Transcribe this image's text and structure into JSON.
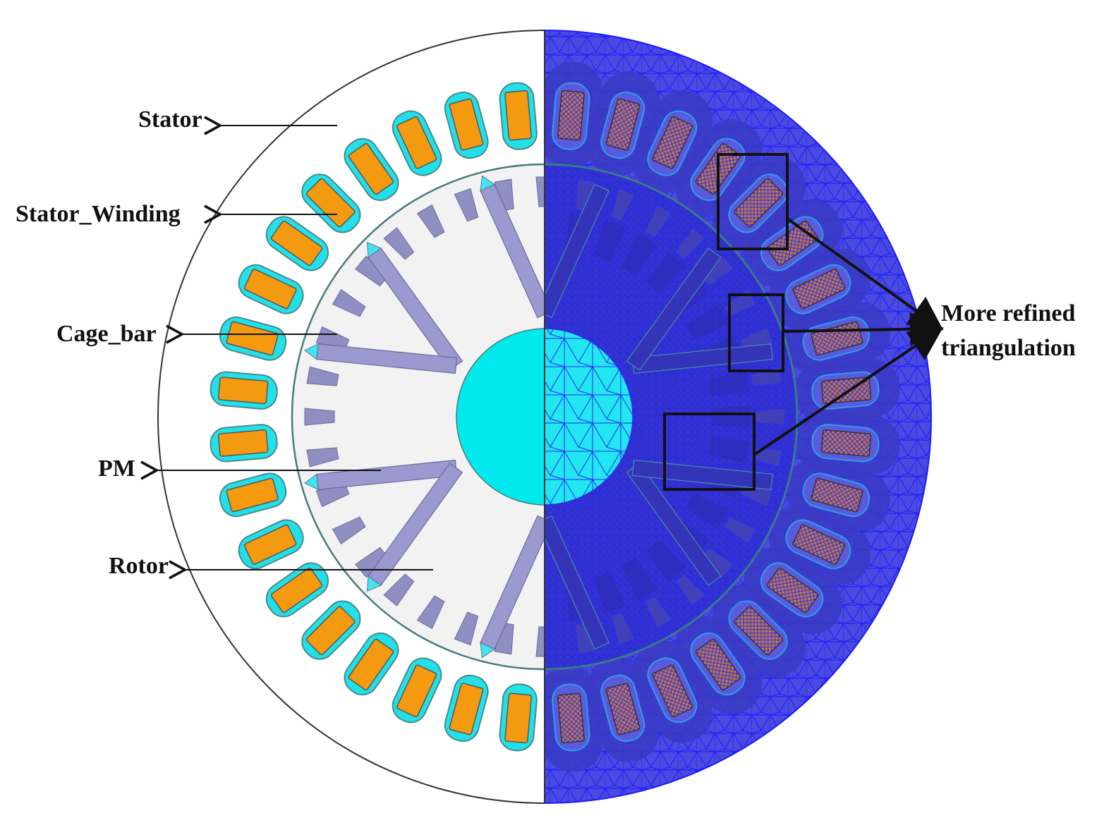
{
  "labels": {
    "stator": "Stator",
    "stator_winding": "Stator_Winding",
    "cage_bar": "Cage_bar",
    "pm": "PM",
    "rotor": "Rotor",
    "refined_line1": "More refined",
    "refined_line2": "triangulation"
  },
  "colors": {
    "stator_core": "#ffffff",
    "outline": "#333333",
    "rotor_core": "#f2f2f2",
    "winding_insulation": "#22e0ea",
    "winding_copper": "#f39a10",
    "cage_bar": "#8f8fc4",
    "magnet": "#9a9ad0",
    "magnet_tip": "#3fe6ee",
    "shaft": "#00eaee",
    "mesh_fill": "#3a3ad8",
    "mesh_line": "#1010ff",
    "mesh_dense": "#3939c4",
    "annotation": "#111111"
  },
  "geometry": {
    "stator_slots": 36,
    "cage_bars": 36,
    "pm_poles": 6
  }
}
